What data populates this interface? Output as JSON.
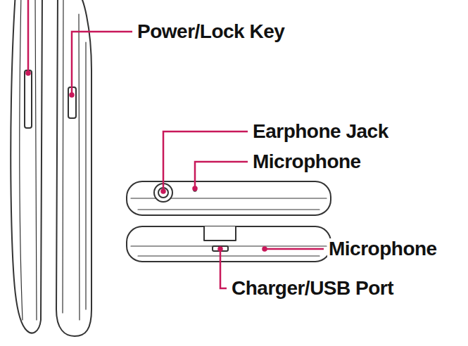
{
  "diagram": {
    "labels": [
      "Power/Lock Key",
      "Earphone Jack",
      "Microphone",
      "Microphone",
      "Charger/USB Port"
    ]
  }
}
